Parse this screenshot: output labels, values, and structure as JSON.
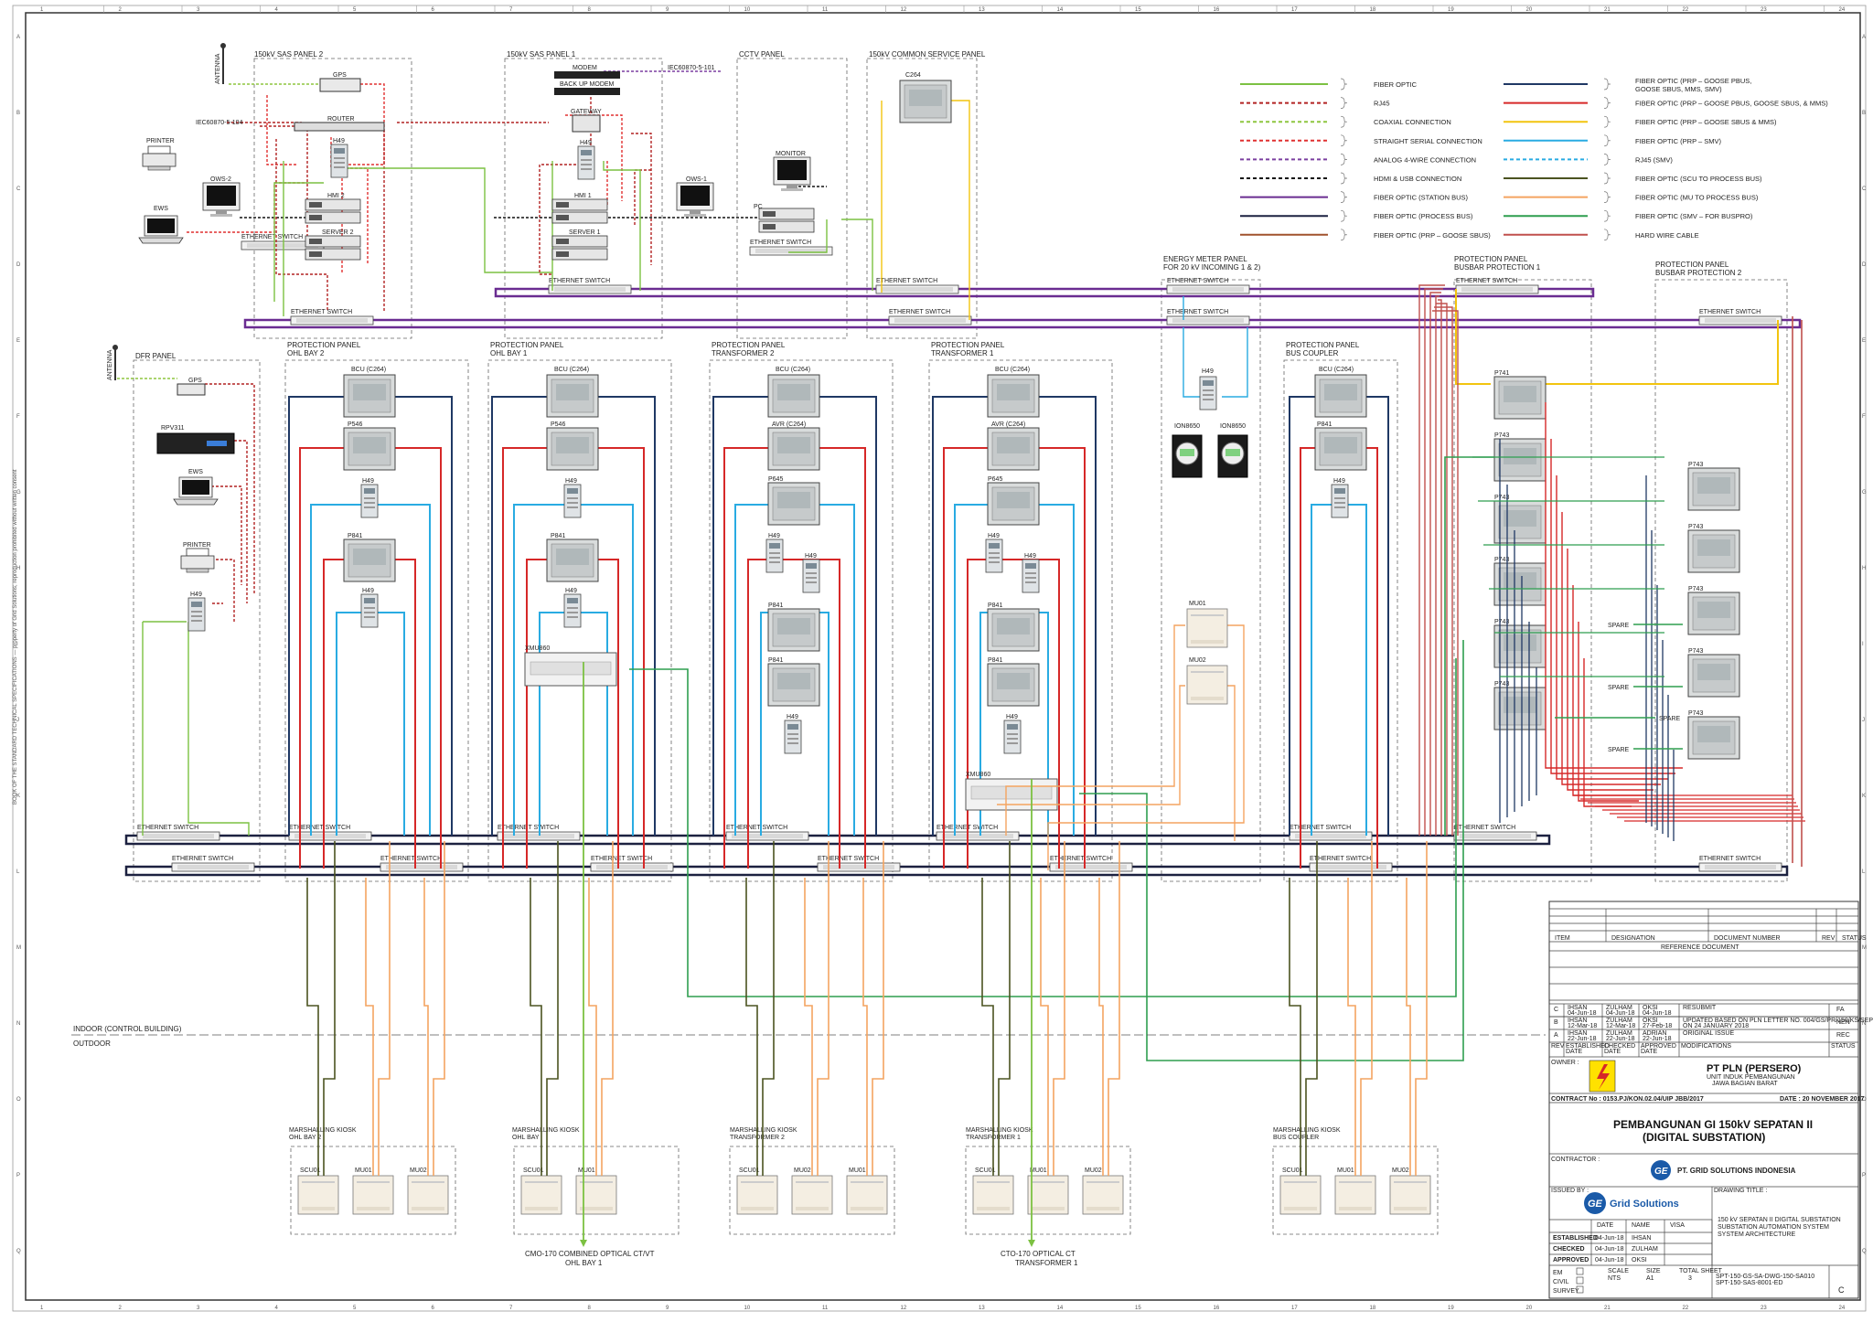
{
  "colors": {
    "fiber_optic": "#7cc142",
    "rj45": "#b22222",
    "coaxial": "#8dc63f",
    "straight_serial": "#e03030",
    "analog_4wire": "#7b3fa0",
    "hdmi_usb": "#111111",
    "fiber_station_bus": "#6a2c91",
    "fiber_process_bus": "#1c2140",
    "fiber_prp_goose_sbus": "#a0522d",
    "fiber_prp_goose_pbus_mms": "#1f3864",
    "fiber_prp_goose_pbus_sbus": "#d62828",
    "fiber_prp_goose_sbus_mms": "#f2c40f",
    "fiber_prp_smv": "#29abe2",
    "rj45_smv": "#29abe2",
    "fiber_scu_process": "#4b5320",
    "fiber_mu_process": "#f4a460",
    "fiber_smv_buspro": "#2e9e4f",
    "hard_wire": "#c0504d"
  },
  "legend": {
    "left": [
      {
        "label": "FIBER OPTIC",
        "style": "solid",
        "color": "#7cc142"
      },
      {
        "label": "RJ45",
        "style": "dash",
        "color": "#b22222"
      },
      {
        "label": "COAXIAL CONNECTION",
        "style": "dash",
        "color": "#8dc63f"
      },
      {
        "label": "STRAIGHT SERIAL CONNECTION",
        "style": "dash",
        "color": "#e03030"
      },
      {
        "label": "ANALOG 4-WIRE CONNECTION",
        "style": "dash",
        "color": "#7b3fa0"
      },
      {
        "label": "HDMI & USB CONNECTION",
        "style": "dash",
        "color": "#111111"
      },
      {
        "label": "FIBER OPTIC (STATION BUS)",
        "style": "solid",
        "color": "#6a2c91"
      },
      {
        "label": "FIBER OPTIC (PROCESS BUS)",
        "style": "solid",
        "color": "#1c2140"
      },
      {
        "label": "FIBER OPTIC (PRP – GOOSE SBUS)",
        "style": "solid",
        "color": "#a0522d"
      }
    ],
    "right": [
      {
        "label": "FIBER OPTIC (PRP – GOOSE PBUS,",
        "label2": "GOOSE SBUS, MMS, SMV)",
        "style": "solid",
        "color": "#1f3864"
      },
      {
        "label": "FIBER OPTIC (PRP – GOOSE PBUS, GOOSE SBUS, & MMS)",
        "style": "solid",
        "color": "#d62828"
      },
      {
        "label": "FIBER OPTIC (PRP – GOOSE SBUS & MMS)",
        "style": "solid",
        "color": "#f2c40f"
      },
      {
        "label": "FIBER OPTIC (PRP – SMV)",
        "style": "solid",
        "color": "#29abe2"
      },
      {
        "label": "RJ45 (SMV)",
        "style": "dash",
        "color": "#29abe2"
      },
      {
        "label": "FIBER OPTIC (SCU TO PROCESS BUS)",
        "style": "solid",
        "color": "#4b5320"
      },
      {
        "label": "FIBER OPTIC (MU TO PROCESS BUS)",
        "style": "solid",
        "color": "#f4a460"
      },
      {
        "label": "FIBER OPTIC (SMV – FOR BUSPRO)",
        "style": "solid",
        "color": "#2e9e4f"
      },
      {
        "label": "HARD WIRE CABLE",
        "style": "solid",
        "color": "#c0504d"
      }
    ]
  },
  "panels": {
    "sas2": "150kV SAS PANEL 2",
    "sas1": "150kV SAS PANEL 1",
    "cctv": "CCTV PANEL",
    "common": "150kV COMMON SERVICE PANEL",
    "dfr": "DFR PANEL",
    "ohl2": "PROTECTION PANEL\nOHL BAY 2",
    "ohl1": "PROTECTION PANEL\nOHL BAY 1",
    "tr2": "PROTECTION PANEL\nTRANSFORMER 2",
    "tr1": "PROTECTION PANEL\nTRANSFORMER 1",
    "energy": "ENERGY METER PANEL\nFOR 20 kV INCOMING 1 & 2)",
    "coupler": "PROTECTION PANEL\nBUS COUPLER",
    "bb1": "PROTECTION PANEL\nBUSBAR PROTECTION 1",
    "bb2": "PROTECTION PANEL\nBUSBAR PROTECTION 2"
  },
  "devices": {
    "antenna": "ANTENNA",
    "gps": "GPS",
    "router": "ROUTER",
    "modem": "MODEM",
    "backup_modem": "BACK UP MODEM",
    "gateway": "GATEWAY",
    "h49": "H49",
    "hmi1": "HMI 1",
    "hmi2": "HMI 2",
    "server1": "SERVER 1",
    "server2": "SERVER 2",
    "ows1": "OWS-1",
    "ows2": "OWS-2",
    "ews": "EWS",
    "printer": "PRINTER",
    "monitor": "MONITOR",
    "pc": "PC",
    "c264": "C264",
    "bcu": "BCU (C264)",
    "avr": "AVR (C264)",
    "p546": "P546",
    "p841": "P841",
    "p645": "P645",
    "p741": "P741",
    "p743": "P743",
    "xmu860": "XMU860",
    "ion": "ION8650",
    "rpv": "RPV311",
    "mu01": "MU01",
    "mu02": "MU02",
    "scu01": "SCU01",
    "spare": "SPARE",
    "eth_switch": "ETHERNET SWITCH"
  },
  "protocols": {
    "iec101": "IEC60870-5-101",
    "iec104": "IEC60870-5-104"
  },
  "kiosks": {
    "ohl2": "MARSHALLING KIOSK\nOHL BAY 2",
    "ohl1": "MARSHALLING KIOSK\nOHL BAY",
    "tr2": "MARSHALLING KIOSK\nTRANSFORMER 2",
    "tr1": "MARSHALLING KIOSK\nTRANSFORMER 1",
    "coupler": "MARSHALLING KIOSK\nBUS COUPLER"
  },
  "bottom_labels": {
    "cmo": "CMO-170 COMBINED OPTICAL CT/VT\nOHL BAY 1",
    "cto": "CTO-170 OPTICAL CT\nTRANSFORMER 1",
    "indoor": "INDOOR (CONTROL BUILDING)",
    "outdoor": "OUTDOOR"
  },
  "grid": {
    "columns": [
      "1",
      "2",
      "3",
      "4",
      "5",
      "6",
      "7",
      "8",
      "9",
      "10",
      "11",
      "12",
      "13",
      "14",
      "15",
      "16",
      "17",
      "18",
      "19",
      "20",
      "21",
      "22",
      "23",
      "24"
    ],
    "rows": [
      "A",
      "B",
      "C",
      "D",
      "E",
      "F",
      "G",
      "H",
      "I",
      "J",
      "K",
      "L",
      "M",
      "N",
      "O",
      "P",
      "Q"
    ]
  },
  "title_block": {
    "ref_headers": [
      "ITEM",
      "DESIGNATION",
      "DOCUMENT NUMBER",
      "REV",
      "STATUS"
    ],
    "ref_title": "REFERENCE DOCUMENT",
    "revisions": [
      {
        "rev": "C",
        "by1": "IHSAN\n04-Jun-18",
        "by2": "ZULHAM\n04-Jun-18",
        "by3": "OKSI\n04-Jun-18",
        "mod": "RESUBMIT",
        "status": "FA"
      },
      {
        "rev": "B",
        "by1": "IHSAN\n12-Mar-18",
        "by2": "ZULHAM\n12-Mar-18",
        "by3": "OKSI\n27-Feb-18",
        "mod": "UPDATED BASED ON PLN LETTER NO. 004/GS/PR/150/KS/SEP II\nON 24 JANUARY 2018",
        "status": "NEN"
      },
      {
        "rev": "A",
        "by1": "IHSAN\n22-Jun-18",
        "by2": "ZULHAM\n22-Jun-18",
        "by3": "ADRIAN\n22-Jun-18",
        "mod": "ORIGINAL ISSUE",
        "status": "REC"
      }
    ],
    "rev_headers": [
      "REV",
      "ESTABLISHED\nDATE",
      "CHECKED\nDATE",
      "APPROVED\nDATE",
      "MODIFICATIONS",
      "STATUS"
    ],
    "owner_label": "OWNER :",
    "owner": "PT PLN (PERSERO)",
    "owner_unit": "UNIT INDUK PEMBANGUNAN",
    "owner_region": "JAWA BAGIAN BARAT",
    "contract": "CONTRACT No : 0153.PJ/KON.02.04/UIP JBB/2017",
    "date": "DATE : 20 NOVEMBER 2017",
    "project": "PEMBANGUNAN GI 150kV SEPATAN II",
    "project2": "(DIGITAL SUBSTATION)",
    "contractor_label": "CONTRACTOR :",
    "contractor": "PT. GRID SOLUTIONS INDONESIA",
    "issued_by": "ISSUED BY :",
    "drawing_title_label": "DRAWING TITLE :",
    "ge_brand": "Grid Solutions",
    "drawing_title": "150 kV SEPATAN II DIGITAL SUBSTATION\nSUBSTATION AUTOMATION SYSTEM\nSYSTEM ARCHITECTURE",
    "sign_headers": [
      "DATE",
      "NAME",
      "VISA"
    ],
    "sign_rows": [
      {
        "role": "ESTABLISHED",
        "date": "04-Jun-18",
        "name": "IHSAN"
      },
      {
        "role": "CHECKED",
        "date": "04-Jun-18",
        "name": "ZULHAM"
      },
      {
        "role": "APPROVED",
        "date": "04-Jun-18",
        "name": "OKSI"
      }
    ],
    "disc": [
      "EM",
      "CIVIL",
      "SURVEY"
    ],
    "scale_label": "SCALE",
    "scale": "NTS",
    "size_label": "SIZE",
    "size": "A1",
    "sheet_label": "TOTAL SHEET",
    "sheet": "3",
    "doc_no": "SPT-150-GS-SA-DWG-150-SA010\nSPT-150-SAS-8001-ED",
    "rev_now": "C"
  },
  "side_note": "BOOK OF THE STANDARD TECHNICAL SPECIFICATIONS — property of Grid Solutions; reproduction prohibited without written consent"
}
